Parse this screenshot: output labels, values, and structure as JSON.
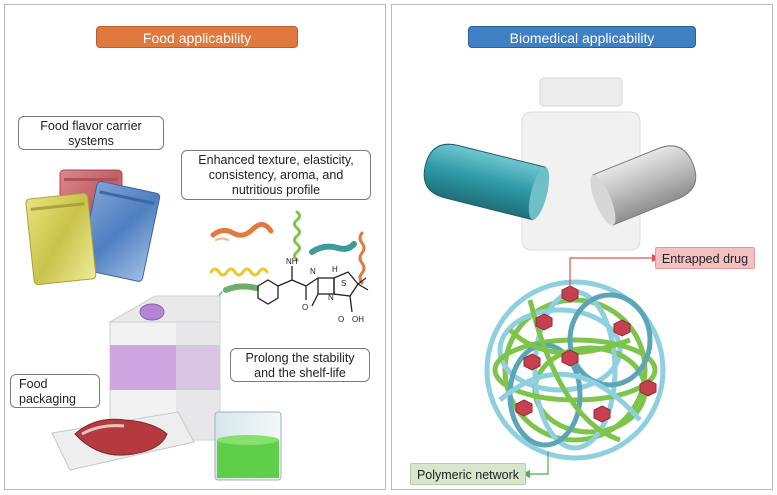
{
  "food": {
    "title": "Food applicability",
    "title_color": "#e0793e",
    "flavor_label": "Food flavor carrier systems",
    "texture_label": "Enhanced  texture, elasticity, consistency, aroma, and nutritious profile",
    "stability_label": "Prolong the stability and the shelf-life",
    "packaging_label": "Food packaging",
    "molecule_labels": {
      "nh_left": "NH",
      "nh_right": "N",
      "h_atom": "H",
      "s_atom": "S",
      "n_atom": "N",
      "oh": "OH",
      "o1": "O",
      "o2": "O"
    }
  },
  "biomedical": {
    "title": "Biomedical applicability",
    "title_color": "#3f7fc4",
    "drug_label": "Entrapped drug",
    "drug_color": "#f3c1c1",
    "network_label": "Polymeric network",
    "network_color": "#d7e7cc"
  }
}
